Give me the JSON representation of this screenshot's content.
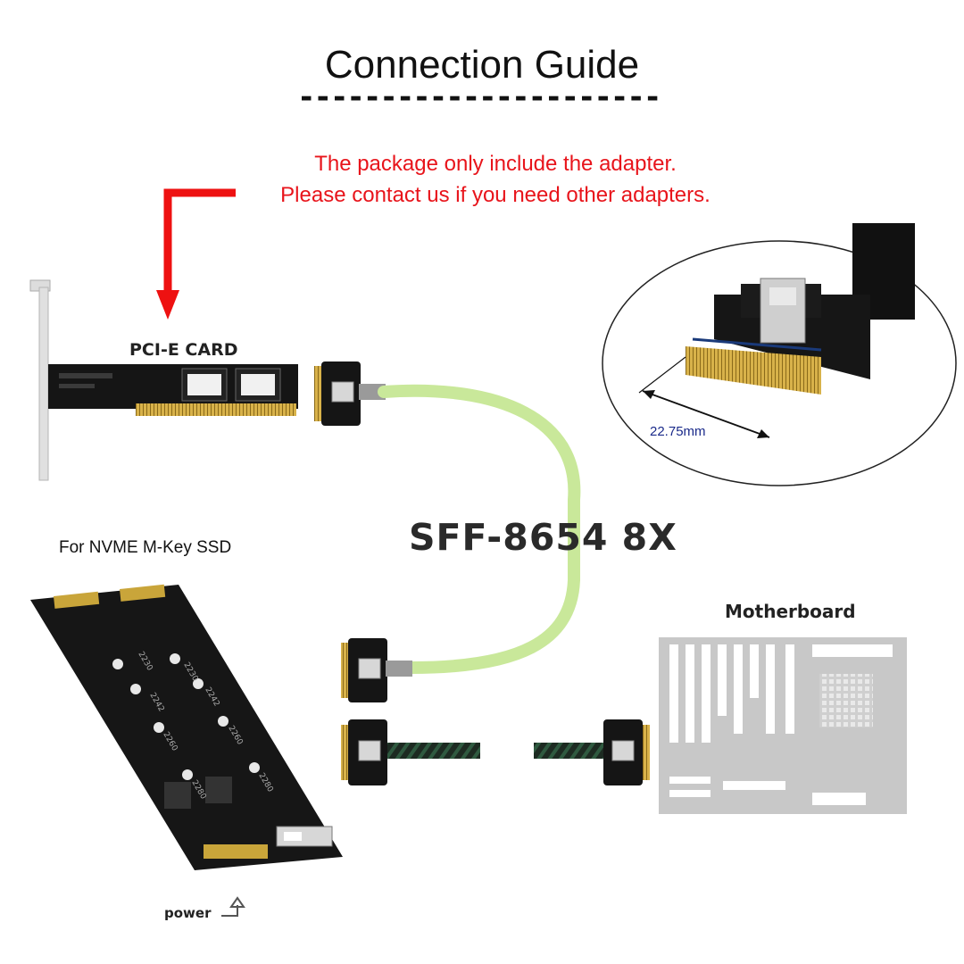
{
  "title": "Connection Guide",
  "title_rule": "-----------------------------",
  "notice": {
    "line1": "The package only include the adapter.",
    "line2": "Please contact us if you need other adapters.",
    "color": "#e8141b"
  },
  "labels": {
    "pcie_card": "PCI-E CARD",
    "cable": "SFF-8654 8X",
    "nvme": "For NVME M-Key SSD",
    "motherboard": "Motherboard",
    "power": "power",
    "connector_width": "22.75mm"
  },
  "board_markings": {
    "l1": "2230",
    "l2": "2242",
    "l3": "2260",
    "l4": "2280",
    "r1": "2230",
    "r2": "2242",
    "r3": "2260",
    "r4": "2280"
  },
  "icons": [
    "red-arrow-icon",
    "power-arrow-icon",
    "dimension-arrow-icon"
  ],
  "colors": {
    "cable_green": "#c9e89a",
    "board_black": "#161616",
    "gold_contacts": "#c9a53a",
    "motherboard_gray": "#c8c8c8"
  }
}
